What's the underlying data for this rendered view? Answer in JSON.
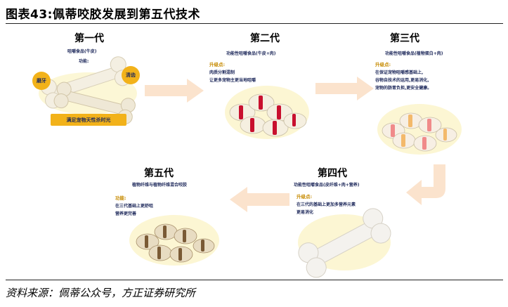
{
  "header": {
    "title": "图表43:佩蒂咬胶发展到第五代技术"
  },
  "source": "资料来源：佩蒂公众号，方正证券研究所",
  "generations": [
    {
      "title": "第一代",
      "product": "咀嚼食品(牛皮)",
      "function_label": "功能:",
      "badges": [
        "磨牙",
        "清齿"
      ],
      "banner": "满足宠物天性杀时光"
    },
    {
      "title": "第二代",
      "product": "功能性咀嚼食品(牛皮+肉)",
      "upgrade_label": "升级点:",
      "points": [
        "肉质分割混制",
        "让更多宠物主更当地咀嚼"
      ]
    },
    {
      "title": "第三代",
      "product": "功能性咀嚼食品(植物蛋白+肉)",
      "upgrade_label": "升级点:",
      "points": [
        "在保证宠物咀嚼感基础上,",
        "谷物自技术的运用,更易消化,",
        "宠物的肠胃负担,更安全健康。"
      ]
    },
    {
      "title": "第四代",
      "product": "功能性咀嚼食品(皮纤维+肉+营养)",
      "upgrade_label": "升级点:",
      "points": [
        "在三代的基础上更加多营养元素",
        "更易消化"
      ]
    },
    {
      "title": "第五代",
      "product": "植物纤维与植物纤维混合咬胶",
      "upgrade_label": "功能:",
      "points": [
        "在三代基础上更舒咀",
        "营养更完善"
      ]
    }
  ],
  "colors": {
    "arrow": "#fbe3cd",
    "badge": "#f2b21a",
    "text_dark": "#1f2a5c",
    "label_gold": "#c68a00",
    "halo": "#fbf3c4",
    "red_stripe": "#c8102e"
  }
}
